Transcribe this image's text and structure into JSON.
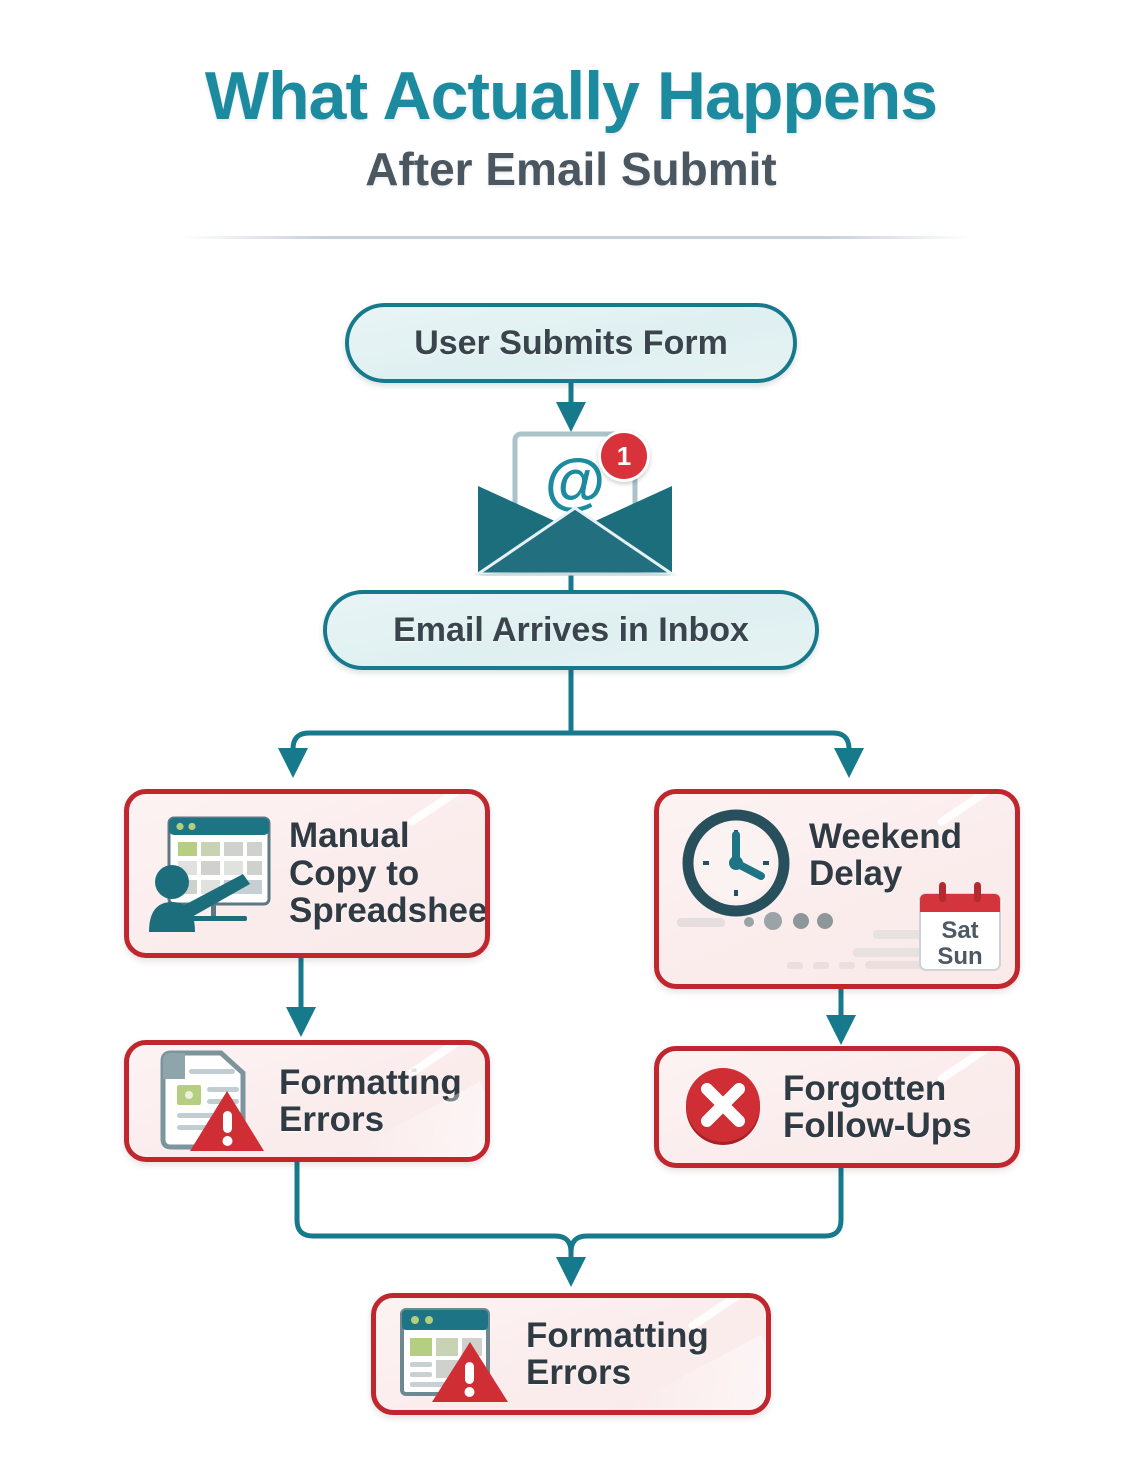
{
  "header": {
    "title_main": "What Actually Happens",
    "title_sub": "After Email Submit"
  },
  "theme": {
    "teal": "#17798c",
    "teal_title": "#1c8b9f",
    "red": "#bf262e",
    "red_badge": "#d8333a",
    "slate": "#4a5761",
    "pill_fill": "#e4f1f2",
    "redbox_fill": "#fbeded",
    "background": "#ffffff"
  },
  "flow": {
    "type": "flowchart",
    "nodes": [
      {
        "id": "submit",
        "label": "User Submits Form",
        "style": "pill",
        "icon": null
      },
      {
        "id": "email",
        "label": "",
        "style": "icon",
        "icon": "open-envelope-icon",
        "badge": "1"
      },
      {
        "id": "inbox",
        "label": "Email Arrives in Inbox",
        "style": "pill",
        "icon": null
      },
      {
        "id": "manual",
        "label": "Manual Copy to Spreadsheet",
        "style": "redbox",
        "icon": "spreadsheet-person-icon"
      },
      {
        "id": "weekend",
        "label": "Weekend Delay",
        "style": "redbox",
        "icon": "clock-calendar-icon",
        "calendar": {
          "day1": "Sat",
          "day2": "Sun"
        }
      },
      {
        "id": "fmt1",
        "label": "Formatting Errors",
        "style": "redbox",
        "icon": "document-warning-icon"
      },
      {
        "id": "forgot",
        "label": "Forgotten Follow-Ups",
        "style": "redbox",
        "icon": "red-x-circle-icon"
      },
      {
        "id": "fmt2",
        "label": "Formatting Errors",
        "style": "redbox",
        "icon": "spreadsheet-warning-icon"
      }
    ],
    "edges": [
      {
        "from": "submit",
        "to": "email",
        "kind": "arrow-down"
      },
      {
        "from": "email",
        "to": "inbox",
        "kind": "implicit"
      },
      {
        "from": "inbox",
        "to": "manual",
        "kind": "split-left"
      },
      {
        "from": "inbox",
        "to": "weekend",
        "kind": "split-right"
      },
      {
        "from": "manual",
        "to": "fmt1",
        "kind": "arrow-down"
      },
      {
        "from": "weekend",
        "to": "forgot",
        "kind": "arrow-down"
      },
      {
        "from": "fmt1",
        "to": "fmt2",
        "kind": "merge-left"
      },
      {
        "from": "forgot",
        "to": "fmt2",
        "kind": "merge-right"
      }
    ]
  },
  "labels": {
    "submit": "User Submits Form",
    "inbox": "Email Arrives in Inbox",
    "manual_l1": "Manual",
    "manual_l2": "Copy to",
    "manual_l3": "Spreadsheet",
    "weekend_l1": "Weekend",
    "weekend_l2": "Delay",
    "fmt1_l1": "Formatting",
    "fmt1_l2": "Errors",
    "forgot_l1": "Forgotten",
    "forgot_l2": "Follow-Ups",
    "fmt2_l1": "Formatting",
    "fmt2_l2": "Errors",
    "email_badge": "1",
    "email_at": "@",
    "cal_sat": "Sat",
    "cal_sun": "Sun"
  }
}
